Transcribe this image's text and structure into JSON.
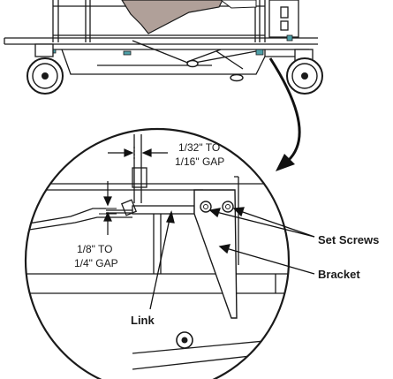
{
  "labels": {
    "top_gap": [
      "1/32\" TO",
      "1/16\" GAP"
    ],
    "side_gap": [
      "1/8\" TO",
      "1/4\" GAP"
    ],
    "set_screws": "Set Screws",
    "bracket": "Bracket",
    "link": "Link"
  }
}
